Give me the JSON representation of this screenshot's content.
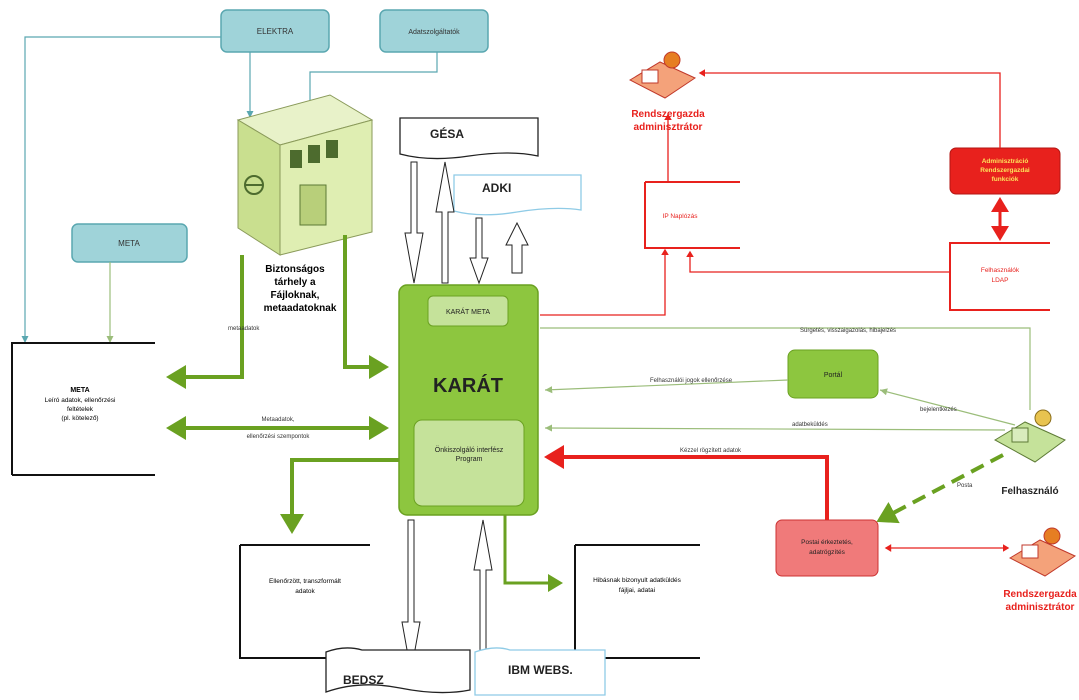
{
  "colors": {
    "teal_box": "#9fd3d9",
    "teal_border": "#5aa7b0",
    "green": "#6aa121",
    "green_light": "#8dc63f",
    "green_pale": "#c5e29a",
    "red": "#e8211d",
    "red_box": "#f07a7a",
    "grey_green": "#9bbd7a"
  },
  "nodes": {
    "elektra": "ELEKTRA",
    "adatszolgaltatok": "Adatszolgáltatók",
    "meta_top": "META",
    "gesa": "GÉSA",
    "adki": "ADKI",
    "building_label": [
      "Biztonságos",
      "tárhely a",
      "Fájloknak,",
      "metaadatoknak"
    ],
    "karat_meta": "KARÁT META",
    "karat": "KARÁT",
    "onkiszolgalo": [
      "Önkiszolgáló interfész",
      "Program"
    ],
    "meta_doc": [
      "META",
      "Leíró adatok, ellenőrzési",
      "feltételek",
      "(pl. kötelező)"
    ],
    "ellenorzott": [
      "Ellenőrzött, transzformált",
      "adatok"
    ],
    "hibasnak": [
      "Hibásnak bizonyult adatküldés",
      "fájljai, adatai"
    ],
    "bedsz": "BEDSZ",
    "ibm": "IBM WEBS.",
    "portal": "Portál",
    "ip_naplozas": "IP Naplózás",
    "admin_box": [
      "Adminisztráció",
      "Rendszergazdai",
      "funkciók"
    ],
    "felhasznalok_ldap": [
      "Felhasználók",
      "LDAP"
    ],
    "postai": [
      "Postai érkeztetés,",
      "adatrögzítés"
    ],
    "rendszergazda_top": [
      "Rendszergazda",
      "adminisztrátor"
    ],
    "rendszergazda_bottom": [
      "Rendszergazda",
      "adminisztrátor"
    ],
    "felhasznalo": "Felhasználó"
  },
  "edges": {
    "metaadatok": "metaadatok",
    "metaadatok_szempontok": [
      "Metaadatok,",
      "ellenőrzési szempontok"
    ],
    "surgetes": "Sürgetés, visszaigazolás, hibajelzés",
    "felhasznaloi_jogok": "Felhasználói jogok ellenőrzése",
    "bejelentkezes": "bejelentkezés",
    "adatbekuldes": "adatbeküldés",
    "kezzel_rogzitett": "Kézzel rögzített adatok",
    "posta": "Posta"
  }
}
